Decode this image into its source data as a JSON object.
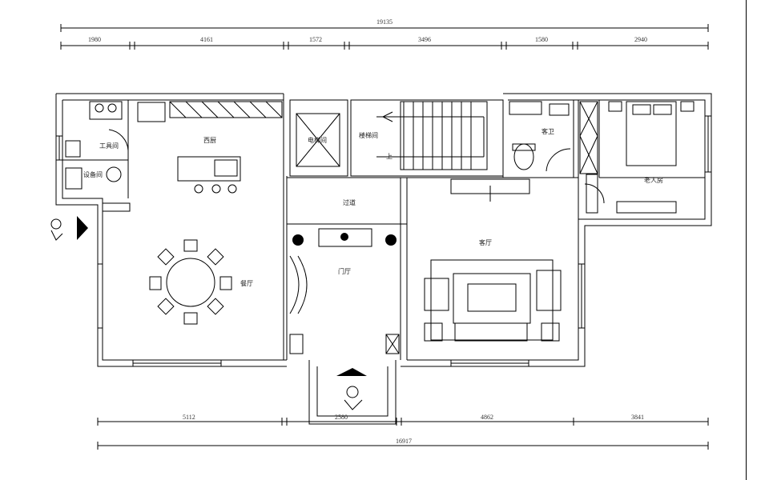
{
  "rooms": {
    "kitchen": "西厨",
    "dining": "餐厅",
    "passage": "过道",
    "foyer": "门厅",
    "living": "客厅",
    "guest_bath": "客卫",
    "elder_bedroom": "老人房",
    "elevator": "电梯间",
    "stairs": "楼梯间",
    "stair_up": "上",
    "storage": "工具间",
    "equipment": "设备间"
  },
  "dimensions": {
    "top_total": "19135",
    "top_segments": [
      "1980",
      "4161",
      "1572",
      "3496",
      "1580",
      "2940"
    ],
    "bottom_segments": [
      "5112",
      "2580",
      "4862",
      "3841"
    ],
    "bottom_total": "16917"
  },
  "icons": {
    "north_arrow": "north-arrow-icon",
    "walker": "person-walking-icon"
  },
  "colors": {
    "ink": "#000000",
    "paper": "#ffffff"
  }
}
